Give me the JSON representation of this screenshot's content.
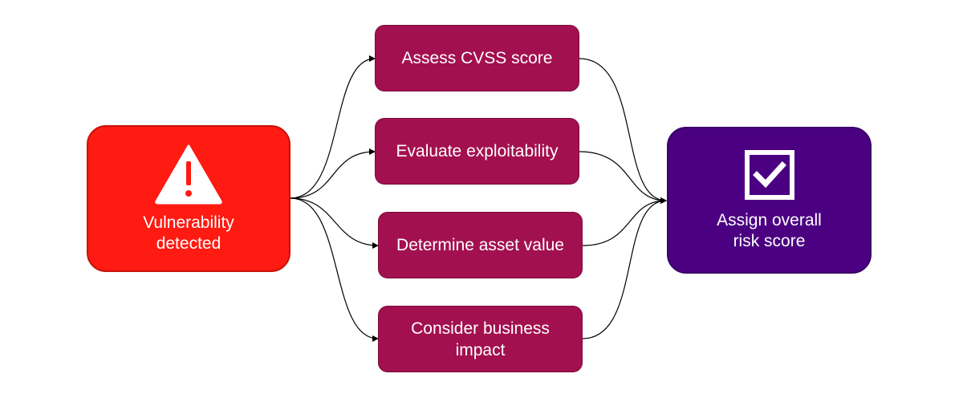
{
  "colors": {
    "start_fill": "#ff1a12",
    "step_fill": "#a3104f",
    "end_fill": "#4b0082",
    "connector": "#000000"
  },
  "start": {
    "label": "Vulnerability\ndetected",
    "icon": "warning-triangle-icon"
  },
  "steps": [
    {
      "label": "Assess CVSS score"
    },
    {
      "label": "Evaluate exploitability"
    },
    {
      "label": "Determine asset value"
    },
    {
      "label": "Consider business\nimpact"
    }
  ],
  "end": {
    "label": "Assign overall\nrisk score",
    "icon": "checkbox-checked-icon"
  }
}
